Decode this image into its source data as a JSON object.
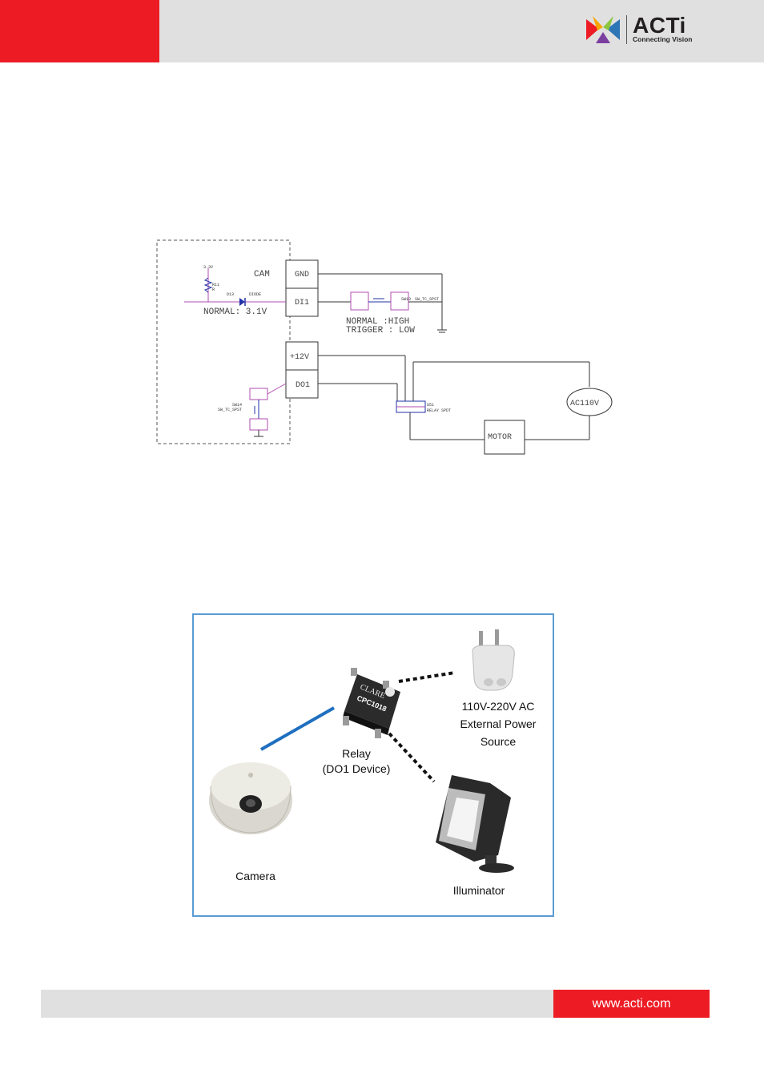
{
  "header": {
    "brand_name": "ACTi",
    "brand_tagline": "Connecting Vision"
  },
  "schematic": {
    "cam_label": "CAM",
    "gnd": "GND",
    "di1": "DI1",
    "plus12v": "+12V",
    "do1": "DO1",
    "normal_voltage": "NORMAL: 3.1V",
    "normal_high": "NORMAL :HIGH",
    "trigger_low": "TRIGGER : LOW",
    "ac110v": "AC110V",
    "motor": "MOTOR",
    "v33": "3.3V",
    "r11": "R11",
    "r": "R",
    "d13": "D13",
    "diode": "DIODE",
    "sw13": "SW13",
    "sw13_type": "SW_TC_SPST",
    "sw14": "SW14",
    "sw14_type": "SW_TC_SPST",
    "u51": "U51",
    "relay_type": "RELAY SPDT"
  },
  "photo_diagram": {
    "power_source_line1": "110V-220V AC",
    "power_source_line2": "External Power",
    "power_source_line3": "Source",
    "relay_line1": "Relay",
    "relay_line2": "(DO1 Device)",
    "camera": "Camera",
    "illuminator": "Illuminator",
    "chip_brand": "CLARE",
    "chip_model": "CPC1018"
  },
  "footer": {
    "url": "www.acti.com"
  },
  "colors": {
    "brand_red": "#ed1c24",
    "header_gray": "#e0e0e0",
    "wire_purple": "#b04cb0",
    "wire_blue": "#2233aa",
    "frame_blue": "#5b9bd5",
    "cable_blue": "#1f6fbf"
  }
}
